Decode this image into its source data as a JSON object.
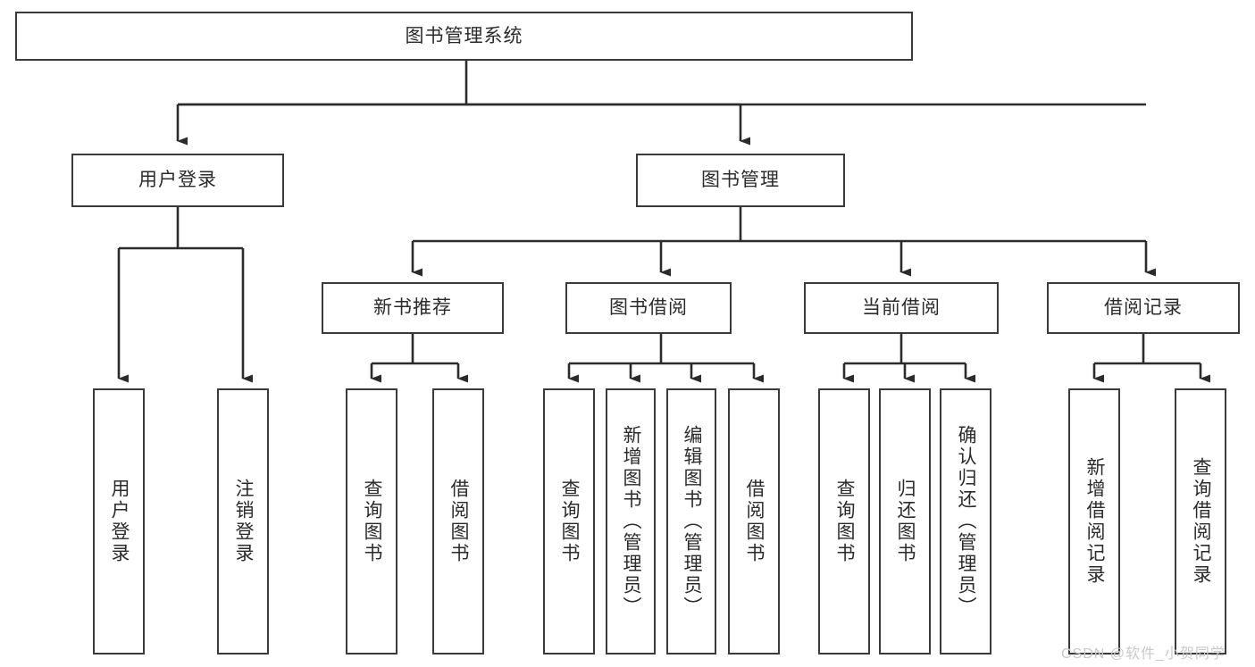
{
  "diagram": {
    "title": "图书管理系统",
    "type": "hierarchy-tree",
    "colors": {
      "box_border": "#3a3a3a",
      "box_fill": "#ffffff",
      "line": "#2b2b2b",
      "text": "#2b2b2b",
      "watermark": "#c9c9c9",
      "background": "#ffffff"
    },
    "root": {
      "label": "图书管理系统"
    },
    "level2": [
      {
        "label": "用户登录"
      },
      {
        "label": "图书管理"
      }
    ],
    "level3": [
      {
        "label": "新书推荐"
      },
      {
        "label": "图书借阅"
      },
      {
        "label": "当前借阅"
      },
      {
        "label": "借阅记录"
      }
    ],
    "leaves": {
      "user_login": [
        {
          "label": "用户登录"
        },
        {
          "label": "注销登录"
        }
      ],
      "new_book": [
        {
          "label": "查询图书"
        },
        {
          "label": "借阅图书"
        }
      ],
      "book_borrow": [
        {
          "label": "查询图书"
        },
        {
          "label": "新增图书（管理员）"
        },
        {
          "label": "编辑图书（管理员）"
        },
        {
          "label": "借阅图书"
        }
      ],
      "current_borrow": [
        {
          "label": "查询图书"
        },
        {
          "label": "归还图书"
        },
        {
          "label": "确认归还（管理员）"
        }
      ],
      "borrow_record": [
        {
          "label": "新增借阅记录"
        },
        {
          "label": "查询借阅记录"
        }
      ]
    },
    "watermark": "CSDN @软件_小贺同学"
  }
}
